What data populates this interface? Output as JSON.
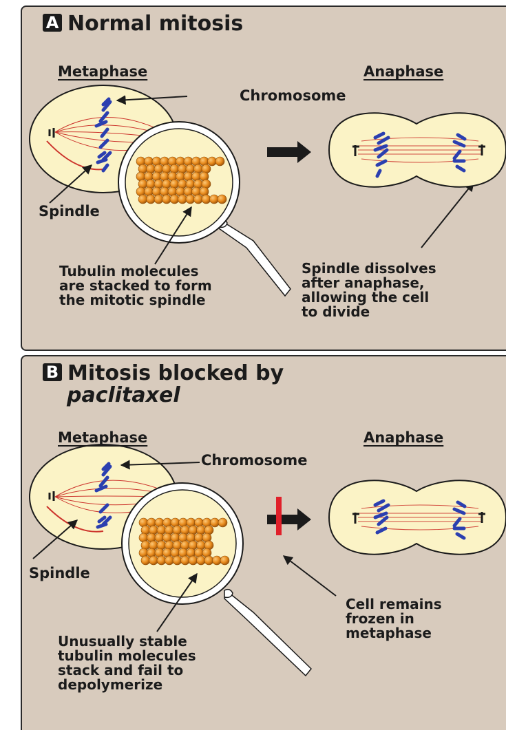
{
  "panel_a": {
    "badge": "A",
    "title": "Normal mitosis",
    "metaphase": "Metaphase",
    "anaphase": "Anaphase",
    "chromosome": "Chromosome",
    "spindle": "Spindle",
    "tubulin_note": [
      "Tubulin molecules",
      "are stacked to form",
      "the mitotic spindle"
    ],
    "dissolve_note": [
      "Spindle dissolves",
      "after anaphase,",
      "allowing the cell",
      "to divide"
    ]
  },
  "panel_b": {
    "badge": "B",
    "title_line1": "Mitosis blocked by",
    "title_line2": "paclitaxel",
    "metaphase": "Metaphase",
    "anaphase": "Anaphase",
    "chromosome": "Chromosome",
    "spindle": "Spindle",
    "tubulin_note": [
      "Unusually stable",
      "tubulin molecules",
      "stack and fail to",
      "depolymerize"
    ],
    "frozen_note": [
      "Cell remains",
      "frozen in",
      "metaphase"
    ]
  },
  "colors": {
    "background": "#d8cbbd",
    "cell_fill": "#fbf3c6",
    "chromosome": "#2b3fb0",
    "spindle_fiber": "#c8201c",
    "tubulin": "#e88a1c",
    "block_bar": "#e0202a",
    "arrow": "#1b1b1b"
  }
}
